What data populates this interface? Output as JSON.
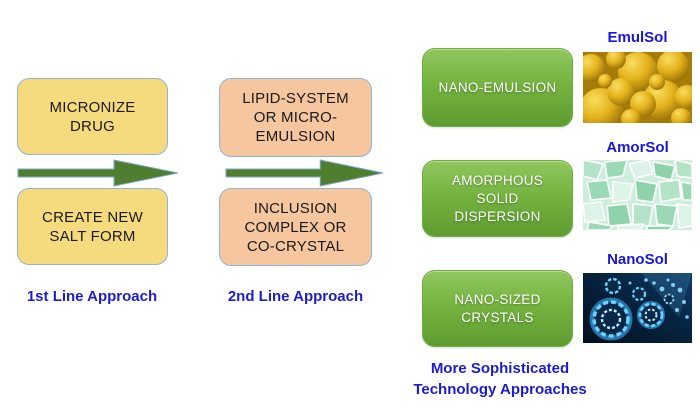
{
  "columns": {
    "first": {
      "box1": "MICRONIZE DRUG",
      "box2": "CREATE NEW SALT FORM",
      "label": "1st Line Approach"
    },
    "second": {
      "box1": "LIPID-SYSTEM OR MICRO-EMULSION",
      "box2": "INCLUSION COMPLEX OR CO-CRYSTAL",
      "label": "2nd Line Approach"
    },
    "third": {
      "rows": [
        {
          "box": "NANO-EMULSION",
          "brand": "EmulSol",
          "image": "gold-emulsion-bubbles-photo"
        },
        {
          "box": "AMORPHOUS SOLID DISPERSION",
          "brand": "AmorSol",
          "image": "mint-green-crystal-texture-photo"
        },
        {
          "box": "NANO-SIZED CRYSTALS",
          "brand": "NanoSol",
          "image": "glowing-blue-nanocrystals-photo"
        }
      ],
      "caption": "More Sophisticated Technology Approaches"
    }
  },
  "icons": {
    "first_arrow": "right-arrow",
    "second_arrow": "right-arrow"
  },
  "colors": {
    "background": "#FFFFFF",
    "box_yellow": "#F6DB7E",
    "box_peach": "#F6C69E",
    "box_border_blue": "#8FB4D4",
    "green_box_top": "#90C75E",
    "green_box_bottom": "#5E9C31",
    "arrow_green": "#4E7E2E",
    "label_blue": "#1C1CCF",
    "box_text": "#1A1A1A",
    "green_box_text": "#FFFFFF"
  }
}
